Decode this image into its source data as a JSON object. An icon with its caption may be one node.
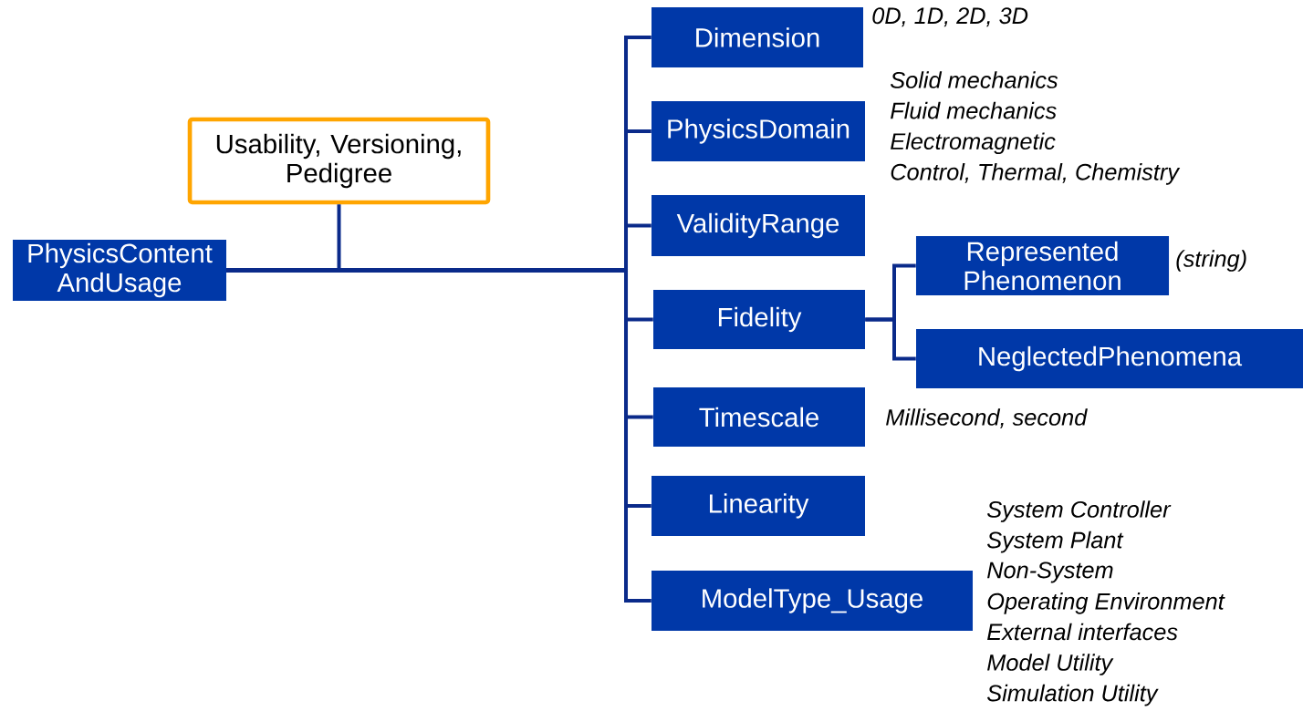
{
  "diagram": {
    "nodes": [
      {
        "text": [
          "PhysicsContent AndUsage"
        ]
      },
      {
        "text": [
          "Usability, Versioning, Pedigree"
        ]
      },
      {
        "text": [
          "Dimension"
        ],
        "beside": [
          "0D, 1D, 2D, 3D"
        ]
      },
      {
        "text": [
          "PhysicsDomain"
        ],
        "beside": [
          "Solid mechanics",
          "Fluid mechanics",
          "Electromagnetic",
          "Control, Thermal, Chemistry"
        ]
      },
      {
        "text": [
          "ValidityRange"
        ]
      },
      {
        "text": [
          "Fidelity"
        ]
      },
      {
        "text": [
          "Represented Phenomenon"
        ],
        "beside": [
          "(string)"
        ]
      },
      {
        "text": [
          "NeglectedPhenomena"
        ]
      },
      {
        "text": [
          "Timescale"
        ],
        "beside": [
          "Millisecond, second"
        ]
      },
      {
        "text": [
          "Linearity"
        ]
      },
      {
        "text": [
          "ModelType_Usage"
        ],
        "beside": [
          "System Controller",
          "System Plant",
          "Non-System",
          "Operating Environment",
          "External interfaces",
          "Model Utility",
          "Simulation Utility"
        ]
      }
    ],
    "edges": [
      {
        "from": 0,
        "to": 1,
        "arrow": "none"
      },
      {
        "from": 0,
        "to": 2,
        "arrow": "none"
      },
      {
        "from": 0,
        "to": 3,
        "arrow": "none"
      },
      {
        "from": 0,
        "to": 4,
        "arrow": "none"
      },
      {
        "from": 0,
        "to": 5,
        "arrow": "none"
      },
      {
        "from": 0,
        "to": 8,
        "arrow": "none"
      },
      {
        "from": 0,
        "to": 9,
        "arrow": "none"
      },
      {
        "from": 0,
        "to": 10,
        "arrow": "none"
      },
      {
        "from": 5,
        "to": 6,
        "arrow": "none"
      },
      {
        "from": 5,
        "to": 7,
        "arrow": "none"
      }
    ]
  }
}
